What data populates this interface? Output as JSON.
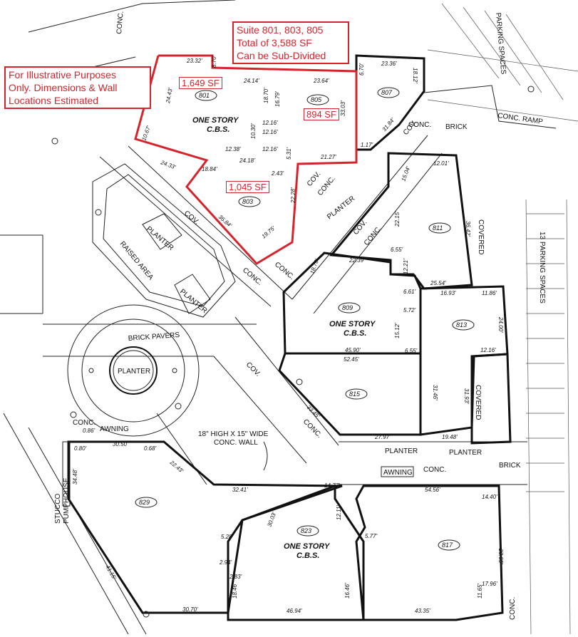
{
  "callouts": {
    "suite_info": "Suite 801, 803, 805\nTotal of 3,588 SF\nCan be Sub-Divided",
    "disclaimer": "For Illustrative Purposes\nOnly. Dimensions & Wall\nLocations Estimated",
    "sf_801": "1,649 SF",
    "sf_805": "894 SF",
    "sf_803": "1,045 SF"
  },
  "units": {
    "u801": "801",
    "u803": "803",
    "u805": "805",
    "u807": "807",
    "u809": "809",
    "u811": "811",
    "u813": "813",
    "u815": "815",
    "u817": "817",
    "u823": "823",
    "u829": "829"
  },
  "labels": {
    "one_story": "ONE STORY",
    "cbs": "C.B.S.",
    "conc": "CONC.",
    "cov": "COV.",
    "brick": "BRICK",
    "brick_pavers": "BRICK PAVERS",
    "planter": "PLANTER",
    "raised_area": "RAISED AREA",
    "covered": "COVERED",
    "awning": "AWNING",
    "conc_ramp": "CONC. RAMP",
    "parking_spaces": "PARKING SPACES",
    "thirteen_parking": "13 PARKING SPACES",
    "wall_note_1": "18\" HIGH X 15\" WIDE",
    "wall_note_2": "CONC. WALL",
    "stucco": "STUCCO",
    "pumphouse": "PUMPHOUSE"
  },
  "dimensions": {
    "d1": "23.32'",
    "d2": "24.14'",
    "d3": "23.64'",
    "d4": "24.43'",
    "d5": "18.70'",
    "d6": "16.79'",
    "d7": "33.03'",
    "d8": "12.16'",
    "d9": "10.30'",
    "d10": "12.38'",
    "d11": "18.84'",
    "d12": "24.18'",
    "d13": "21.27'",
    "d14": "22.28'",
    "d15": "36.84'",
    "d16": "19.75'",
    "d17": "24.33'",
    "d18": "10.67'",
    "d19": "23.36'",
    "d20": "18.12'",
    "d21": "31.84'",
    "d22": "1.17'",
    "d23": "12.01'",
    "d24": "15.04'",
    "d25": "22.15'",
    "d26": "36.42'",
    "d27": "25.54'",
    "d28": "22.39'",
    "d29": "18.76'",
    "d30": "16.93'",
    "d31": "11.86'",
    "d32": "24.00'",
    "d33": "12.16'",
    "d34": "45.90'",
    "d35": "52.45'",
    "d36": "31.46'",
    "d37": "31.93'",
    "d38": "27.97'",
    "d39": "19.48'",
    "d40": "33.45'",
    "d41": "30.50'",
    "d42": "32.41'",
    "d43": "14.77'",
    "d44": "54.56'",
    "d45": "14.40'",
    "d46": "23.65'",
    "d47": "17.96'",
    "d48": "11.65'",
    "d49": "43.35'",
    "d50": "46.94'",
    "d51": "30.70'",
    "d52": "41.15'",
    "d53": "34.48'",
    "d54": "22.43'",
    "d55": "12.11'",
    "d56": "5.77'",
    "d57": "16.46'",
    "d58": "18.46'",
    "d59": "5.28'",
    "d60": "2.94'",
    "d61": "30.03'",
    "d62": "8.70'",
    "d63": "2.43'",
    "d64": "5.31'",
    "d65": "6.70'",
    "d66": "15.12'",
    "d67": "6.55'",
    "d68": "5.72'",
    "d69": "6.61'",
    "d70": "12.21'",
    "d71": "0.86'",
    "d72": "0.80'",
    "d73": "0.68'",
    "d74": "2.83'"
  }
}
